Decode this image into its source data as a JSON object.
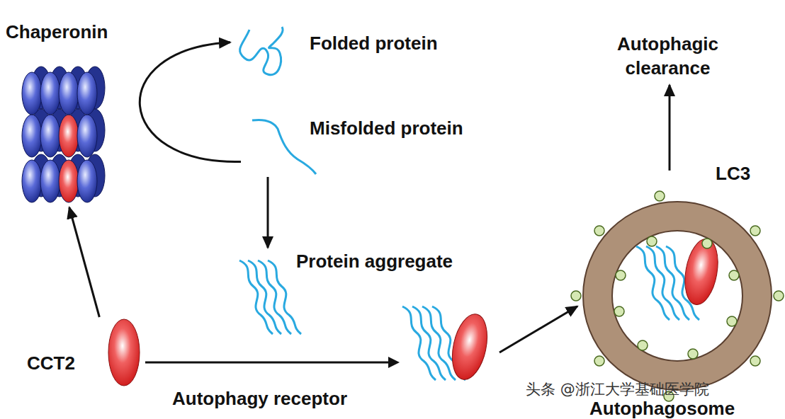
{
  "diagram": {
    "nodes": [
      {
        "text": [
          "Chaperonin"
        ]
      },
      {
        "text": [
          "Folded protein"
        ]
      },
      {
        "text": [
          "Misfolded protein"
        ]
      },
      {
        "text": [
          "Protein aggregate"
        ]
      },
      {
        "text": [
          "CCT2"
        ]
      },
      {
        "text": [
          "LC3",
          "Autophagosome"
        ]
      },
      {
        "text": [
          "Autophagic clearance"
        ]
      }
    ],
    "edges": [
      {
        "from": 4,
        "to": 0,
        "arrow": "to"
      },
      {
        "from": 2,
        "to": 1,
        "arrow": "to"
      },
      {
        "from": 2,
        "to": 3,
        "arrow": "to"
      },
      {
        "from": 4,
        "to": 5,
        "label": "Autophagy receptor",
        "arrow": "to"
      },
      {
        "from": 5,
        "to": 6,
        "arrow": "to"
      }
    ],
    "labels": [
      "头条 @浙江大学基础医学院"
    ]
  }
}
